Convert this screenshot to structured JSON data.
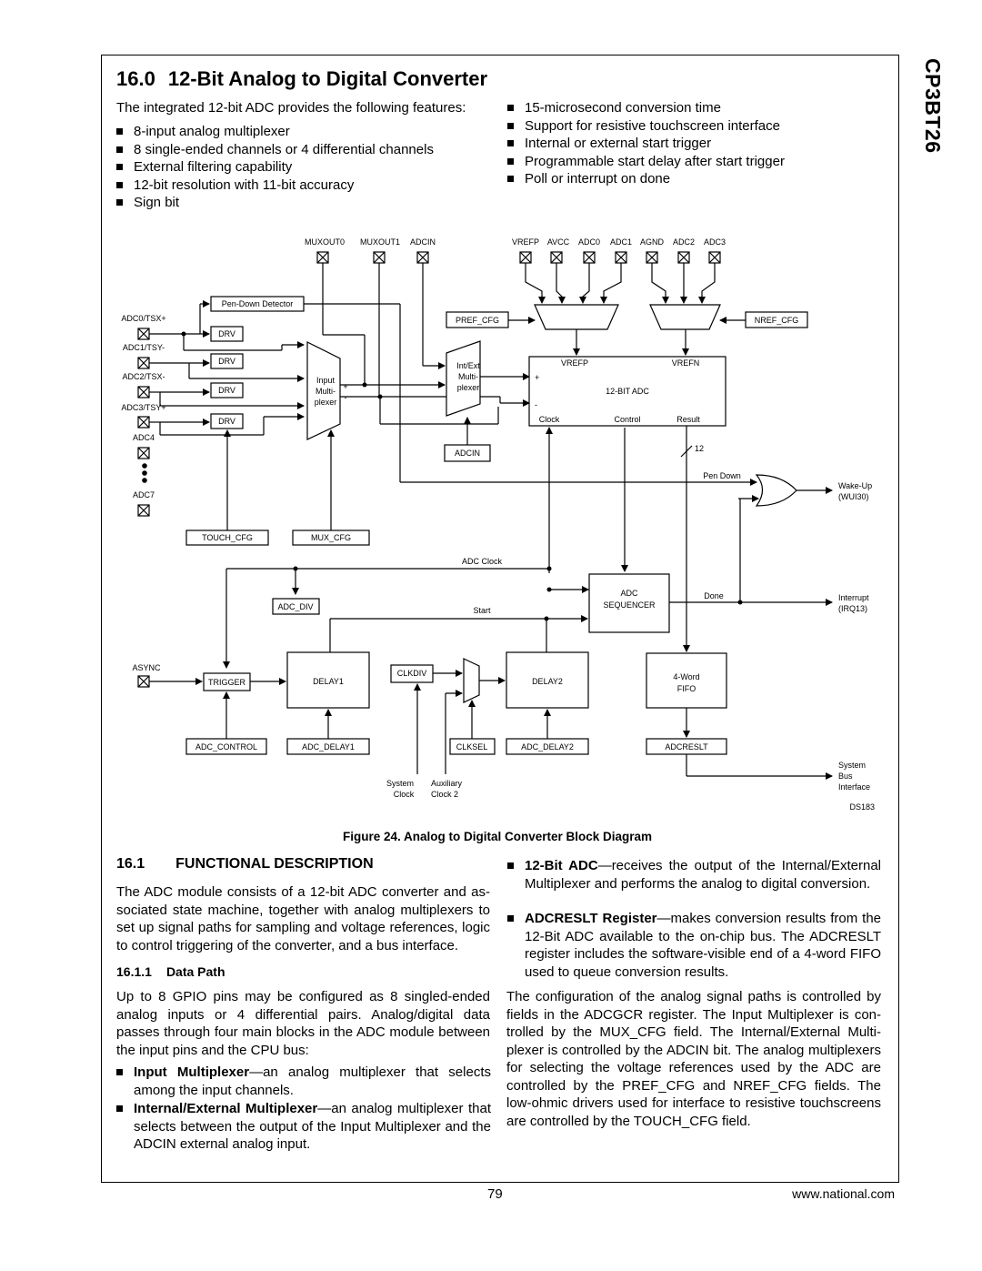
{
  "side_title": "CP3BT26",
  "section": {
    "number": "16.0",
    "title": "12-Bit Analog to Digital Converter"
  },
  "intro": "The integrated 12-bit ADC provides the following features:",
  "features_left": [
    "8-input analog multiplexer",
    "8 single-ended channels or 4 differential channels",
    "External filtering capability",
    "12-bit resolution with 11-bit accuracy",
    "Sign bit"
  ],
  "features_right": [
    "15-microsecond conversion time",
    "Support for resistive touchscreen interface",
    "Internal or external start trigger",
    "Programmable start delay after start trigger",
    "Poll or interrupt on done"
  ],
  "diagram": {
    "top_pins_left": [
      "MUXOUT0",
      "MUXOUT1",
      "ADCIN"
    ],
    "top_pins_right": [
      "VREFP",
      "AVCC",
      "ADC0",
      "ADC1",
      "AGND",
      "ADC2",
      "ADC3"
    ],
    "left_pins": [
      "ADC0/TSX+",
      "ADC1/TSY-",
      "ADC2/TSX-",
      "ADC3/TSY+",
      "ADC4",
      "ADC7"
    ],
    "pen_down_detector": "Pen-Down Detector",
    "drv": "DRV",
    "input_mux": [
      "Input",
      "Multi-",
      "plexer"
    ],
    "int_ext_mux": [
      "Int/Ext",
      "Multi-",
      "plexer"
    ],
    "pref_cfg": "PREF_CFG",
    "nref_cfg": "NREF_CFG",
    "adc_vrefp": "VREFP",
    "adc_vrefn": "VREFN",
    "adc_name": "12-BIT ADC",
    "adc_clock": "Clock",
    "adc_control": "Control",
    "adc_result": "Result",
    "adcin_reg": "ADCIN",
    "bus_width": "12",
    "pen_down": "Pen Down",
    "wakeup": [
      "Wake-Up",
      "(WUI30)"
    ],
    "touch_cfg": "TOUCH_CFG",
    "mux_cfg": "MUX_CFG",
    "adc_clock_label": "ADC Clock",
    "adc_div": "ADC_DIV",
    "start": "Start",
    "sequencer": [
      "ADC",
      "SEQUENCER"
    ],
    "done": "Done",
    "interrupt": [
      "Interrupt",
      "(IRQ13)"
    ],
    "async": "ASYNC",
    "trigger": "TRIGGER",
    "delay1": "DELAY1",
    "clkdiv": "CLKDIV",
    "delay2": "DELAY2",
    "fifo": [
      "4-Word",
      "FIFO"
    ],
    "adc_control_reg": "ADC_CONTROL",
    "adc_delay1_reg": "ADC_DELAY1",
    "clksel": "CLKSEL",
    "adc_delay2_reg": "ADC_DELAY2",
    "adcreslt_reg": "ADCRESLT",
    "system_clock": [
      "System",
      "Clock"
    ],
    "aux_clock": [
      "Auxiliary",
      "Clock 2"
    ],
    "system_bus": [
      "System",
      "Bus",
      "Interface"
    ],
    "ds_code": "DS183",
    "plus": "+",
    "minus": "-"
  },
  "figure_caption": "Figure 24.   Analog to Digital Converter Block Diagram",
  "subsection": {
    "number": "16.1",
    "title": "FUNCTIONAL DESCRIPTION"
  },
  "func_para": "The ADC module consists of a 12-bit ADC converter and as­sociated state machine, together with analog multiplexers to set up signal paths for sampling and voltage references, log­ic to control triggering of the converter, and a bus interface.",
  "subsubsection": {
    "number": "16.1.1",
    "title": "Data Path"
  },
  "datapath_para": "Up to 8 GPIO pins may be configured as 8 singled-ended analog inputs or 4 differential pairs. Analog/digital data passes through four main blocks in the ADC module be­tween the input pins and the CPU bus:",
  "blocks_left": [
    {
      "term": "Input Multiplexer",
      "desc": "—an analog multiplexer that selects among the input channels."
    },
    {
      "term": "Internal/External Multiplexer",
      "desc": "—an analog multiplexer that selects between the output of the Input Multiplexer and the ADCIN external analog input."
    }
  ],
  "blocks_right": [
    {
      "term": "12-Bit ADC",
      "desc": "—receives the output of the Internal/External Multiplexer and performs the analog to digital conver­sion."
    },
    {
      "term": "ADCRESLT Register",
      "desc": "—makes conversion results from the 12-Bit ADC available to the on-chip bus. The AD­CRESLT register includes the software-visible end of a 4-word FIFO used to queue conversion results."
    }
  ],
  "config_para": "The configuration of the analog signal paths is controlled by fields in the ADCGCR register. The Input Multiplexer is con­trolled by the MUX_CFG field. The Internal/External Multi­plexer is controlled by the ADCIN bit. The analog multiplexers for selecting the voltage references used by the ADC are controlled by the PREF_CFG and NREF_CFG fields. The low-ohmic drivers used for interface to resistive touchscreens are controlled by the TOUCH_CFG field.",
  "page_number": "79",
  "website": "www.national.com"
}
